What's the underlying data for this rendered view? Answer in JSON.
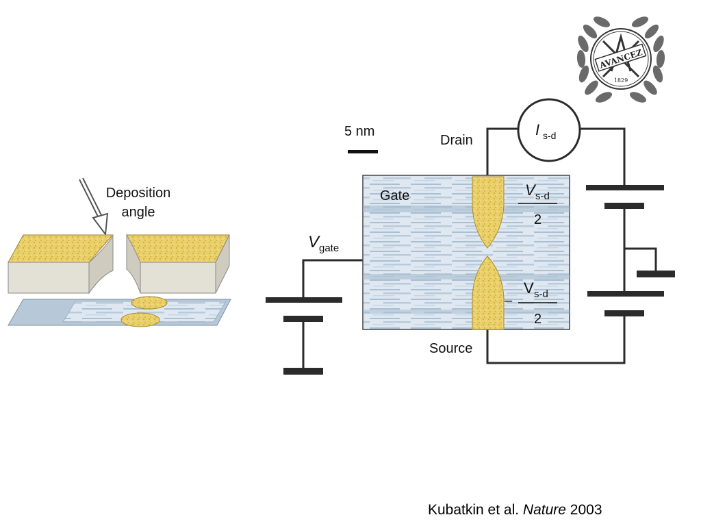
{
  "labels": {
    "deposition_line1": "Deposition",
    "deposition_line2": "angle",
    "scale": "5 nm",
    "drain": "Drain",
    "gate": "Gate",
    "source": "Source",
    "current_var": "I",
    "current_sub": "s-d",
    "vgate_var": "V",
    "vgate_sub": "gate",
    "vsd_var": "V",
    "vsd_sub": "s-d",
    "two": "2",
    "minus": "–"
  },
  "logo": {
    "text": "AVANCEZ",
    "year": "1829"
  },
  "caption": {
    "authors": "Kubatkin et al. ",
    "journal": "Nature",
    "year": " 2003"
  },
  "colors": {
    "gold": "#e8c95a",
    "gold_dark": "#c9a534",
    "substrate": "#b9ccdd",
    "wire": "#2b2b2b"
  }
}
